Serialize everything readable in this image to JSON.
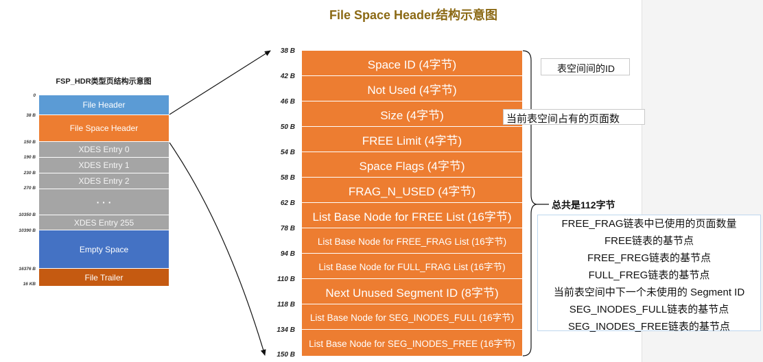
{
  "title": "File Space Header结构示意图",
  "left": {
    "subtitle": "FSP_HDR类型页结构示意图",
    "blocks": [
      "File Header",
      "File Space Header",
      "XDES Entry 0",
      "XDES Entry 1",
      "XDES Entry 2",
      "· · ·",
      "XDES Entry 255",
      "Empty Space",
      "File Trailer"
    ],
    "offsets": [
      "0",
      "38 B",
      "150 B",
      "190 B",
      "230 B",
      "270 B",
      "10350 B",
      "10390 B",
      "16376 B",
      "16 KB"
    ]
  },
  "right": {
    "fields": [
      "Space ID (4字节)",
      "Not Used (4字节)",
      "Size (4字节)",
      "FREE Limit (4字节)",
      "Space Flags (4字节)",
      "FRAG_N_USED (4字节)",
      "List Base Node for FREE List (16字节)",
      "List Base Node for FREE_FRAG List (16字节)",
      "List Base Node for FULL_FRAG List (16字节)",
      "Next Unused Segment ID  (8字节)",
      "List Base Node for SEG_INODES_FULL (16字节)",
      "List Base Node for SEG_INODES_FREE (16字节)"
    ],
    "offsets": [
      "38 B",
      "42 B",
      "46 B",
      "50 B",
      "54 B",
      "58 B",
      "62 B",
      "78 B",
      "94 B",
      "110 B",
      "118 B",
      "134 B",
      "150 B"
    ]
  },
  "notes": {
    "space_id": "表空间间的ID",
    "size": "当前表空间占有的页面数",
    "total": "总共是112字节",
    "list": [
      "FREE_FRAG链表中已使用的页面数量",
      "FREE链表的基节点",
      "FREE_FREG链表的基节点",
      "FULL_FREG链表的基节点",
      "当前表空间中下一个未使用的 Segment ID",
      "SEG_INODES_FULL链表的基节点",
      "SEG_INODES_FREE链表的基节点"
    ]
  },
  "colors": {
    "blue": "#5b9bd5",
    "orange": "#ed7d31",
    "gray": "#a5a5a5",
    "dark_blue": "#4472c4",
    "dark_orange": "#c55a11",
    "title": "#8b6914"
  }
}
